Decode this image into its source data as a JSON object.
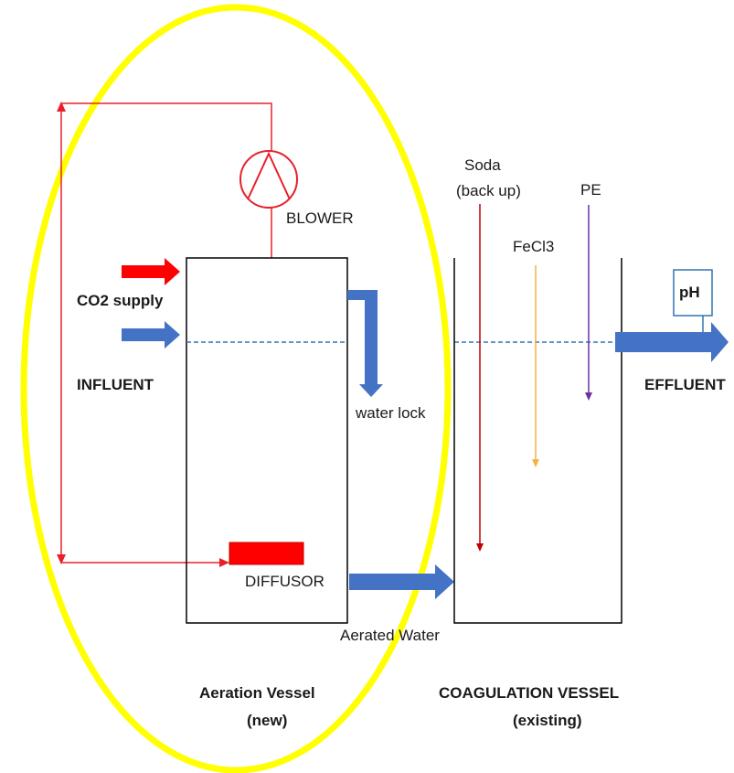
{
  "labels": {
    "blower": "BLOWER",
    "soda": "Soda",
    "soda_note": "(back up)",
    "pe": "PE",
    "fecl3": "FeCl3",
    "ph": "pH",
    "co2_supply": "CO2 supply",
    "influent": "INFLUENT",
    "water_lock": "water lock",
    "effluent": "EFFLUENT",
    "diffusor": "DIFFUSOR",
    "aerated_water": "Aerated Water",
    "aeration_vessel": "Aeration Vessel",
    "aeration_vessel_note": "(new)",
    "coagulation_vessel": "COAGULATION VESSEL",
    "coagulation_vessel_note": "(existing)"
  },
  "colors": {
    "highlight_ellipse": "#ffff00",
    "air_line": "#e8202a",
    "water_flow": "#4472c4",
    "soda_dose": "#c00000",
    "fecl3_dose": "#f5b041",
    "pe_dose": "#7030a0",
    "water_level": "#2e75b6",
    "ph_box": "#2e75b6"
  }
}
